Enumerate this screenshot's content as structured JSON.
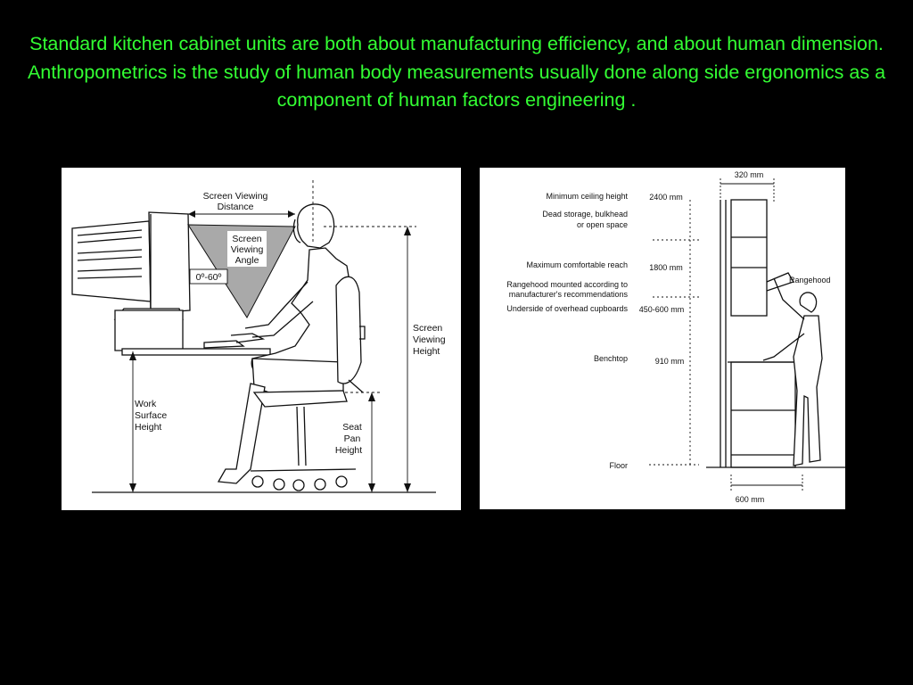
{
  "slide": {
    "line1": "Standard kitchen cabinet units are both about manufacturing efficiency, and about human dimension.",
    "line2": "Anthropometrics is the study of human body measurements usually done along side ergonomics as a component of human factors engineering  ."
  },
  "left_diagram": {
    "screen_viewing_distance": [
      "Screen Viewing",
      "Distance"
    ],
    "screen_viewing_angle": [
      "Screen",
      "Viewing",
      "Angle"
    ],
    "angle_value": "0º-60º",
    "screen_viewing_height": [
      "Screen",
      "Viewing",
      "Height"
    ],
    "work_surface_height": [
      "Work",
      "Surface",
      "Height"
    ],
    "seat_pan_height": [
      "Seat",
      "Pan",
      "Height"
    ]
  },
  "right_diagram": {
    "labels": {
      "min_ceiling": "Minimum ceiling height",
      "dead_storage": [
        "Dead storage, bulkhead",
        "or open space"
      ],
      "max_reach": "Maximum comfortable reach",
      "rangehood_mount": [
        "Rangehood mounted according to",
        "manufacturer's recommendations"
      ],
      "underside": "Underside of overhead cupboards",
      "benchtop": "Benchtop",
      "floor": "Floor",
      "rangehood": "Rangehood"
    },
    "dimensions": {
      "ceiling": "2400 mm",
      "reach": "1800 mm",
      "overhead_gap": "450-600 mm",
      "bench": "910 mm",
      "cupboard_depth": "320 mm",
      "bench_depth": "600 mm"
    }
  }
}
